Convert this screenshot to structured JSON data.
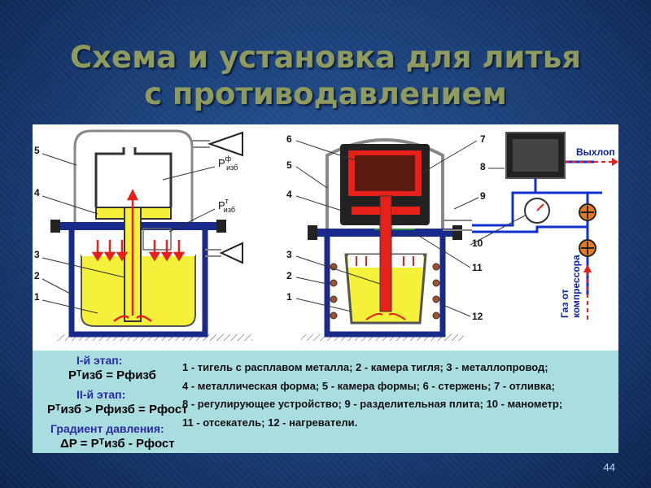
{
  "slide": {
    "title_line1": "Схема и установка для литья",
    "title_line2": "с противодавлением",
    "page_number": "44"
  },
  "diagram_left": {
    "callouts": [
      "5",
      "4",
      "3",
      "2",
      "1"
    ],
    "pressure_form": {
      "symbol": "P",
      "sup": "ф",
      "sub": "изб"
    },
    "pressure_crucible": {
      "symbol": "P",
      "sup": "т",
      "sub": "изб"
    }
  },
  "diagram_right": {
    "callouts_left": [
      "6",
      "5",
      "4",
      "3",
      "2",
      "1"
    ],
    "callouts_right": [
      "7",
      "8",
      "9",
      "10",
      "11",
      "12"
    ],
    "exhaust_label": "Выхлоп",
    "gas_label_line1": "Газ от",
    "gas_label_line2": "компрессора"
  },
  "stages": {
    "stage1_title": "I-й этап:",
    "stage1_formula": "Pᵀизб = Pфизб",
    "stage2_title": "II-й этап:",
    "stage2_formula": "Pᵀизб > Pфизб = Pфост",
    "gradient_title": "Градиент давления:",
    "gradient_formula": "ΔP = Pᵀизб - Pфост"
  },
  "legend": {
    "line1": "1 - тигель с расплавом металла;  2 - камера тигля;  3 - металлопровод;",
    "line2": "4 - металлическая форма;  5 - камера формы;  6 - стержень;  7 - отливка;",
    "line3": "8 - регулирующее устройство;  9 - разделительная плита;  10 - манометр;",
    "line4": "11 - отсекатель;  12 - нагреватели."
  },
  "colors": {
    "title": "#8f9a5f",
    "metal_fill": "#f5f03a",
    "steel": "#1a2a8a",
    "arrow_red": "#e8201a",
    "legend_bg": "#a9dde0",
    "pipe_blue": "#1030d0"
  }
}
